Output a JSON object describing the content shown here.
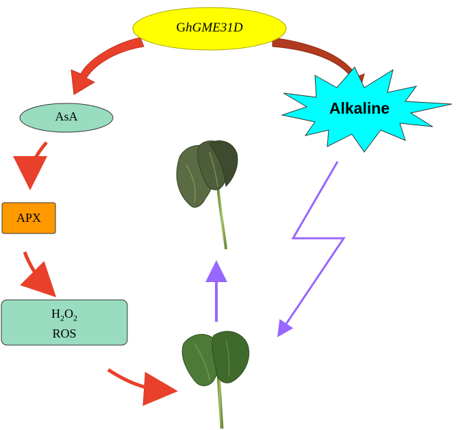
{
  "gene": {
    "prefix": "G",
    "italic": "hGME31D"
  },
  "stress": {
    "label": "Alkaline"
  },
  "nodes": {
    "asa": "AsA",
    "apx": "APX",
    "ros_h": "H",
    "ros_2a": "2",
    "ros_o": "O",
    "ros_2b": "2",
    "ros": "ROS"
  },
  "colors": {
    "gene_fill": "#ffff00",
    "alkaline_fill": "#00ffff",
    "asa_fill": "#99dcc0",
    "apx_fill": "#ff9900",
    "ros_fill": "#99dcc0",
    "red_arrow": "#e8402a",
    "purple_arrow": "#9966ff",
    "leaf_green": "#4e7a38",
    "wilted_leaf": "#5b6c44"
  },
  "icons": {
    "healthy_plant": "cotton-seedling-healthy",
    "wilted_plant": "cotton-seedling-wilted"
  }
}
